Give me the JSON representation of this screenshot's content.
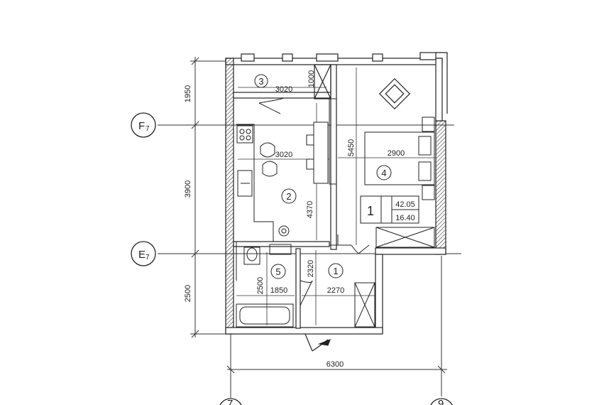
{
  "axes": {
    "horizontal": [
      {
        "main": "F",
        "sub": "7"
      },
      {
        "main": "E",
        "sub": "7"
      }
    ],
    "vertical": [
      {
        "main": "7",
        "sub": ""
      },
      {
        "main": "9",
        "sub": ""
      }
    ]
  },
  "dimensions": {
    "left": [
      "1950",
      "3900",
      "2500"
    ],
    "bottom_total": "6300",
    "room3_width": "3020",
    "room3_depth": "1000",
    "kitchen_width": "3020",
    "kitchen_depth": "4370",
    "bedroom_depth": "5450",
    "bedroom_width": "2900",
    "hall_depth": "2320",
    "bath_depth": "2500",
    "bath_width": "1850",
    "hall_width": "2270"
  },
  "rooms": {
    "r1": "1",
    "r2": "2",
    "r3": "3",
    "r4": "4",
    "r5": "5"
  },
  "area_table": {
    "rooms": "1",
    "total": "42.05",
    "living": "16.40"
  }
}
